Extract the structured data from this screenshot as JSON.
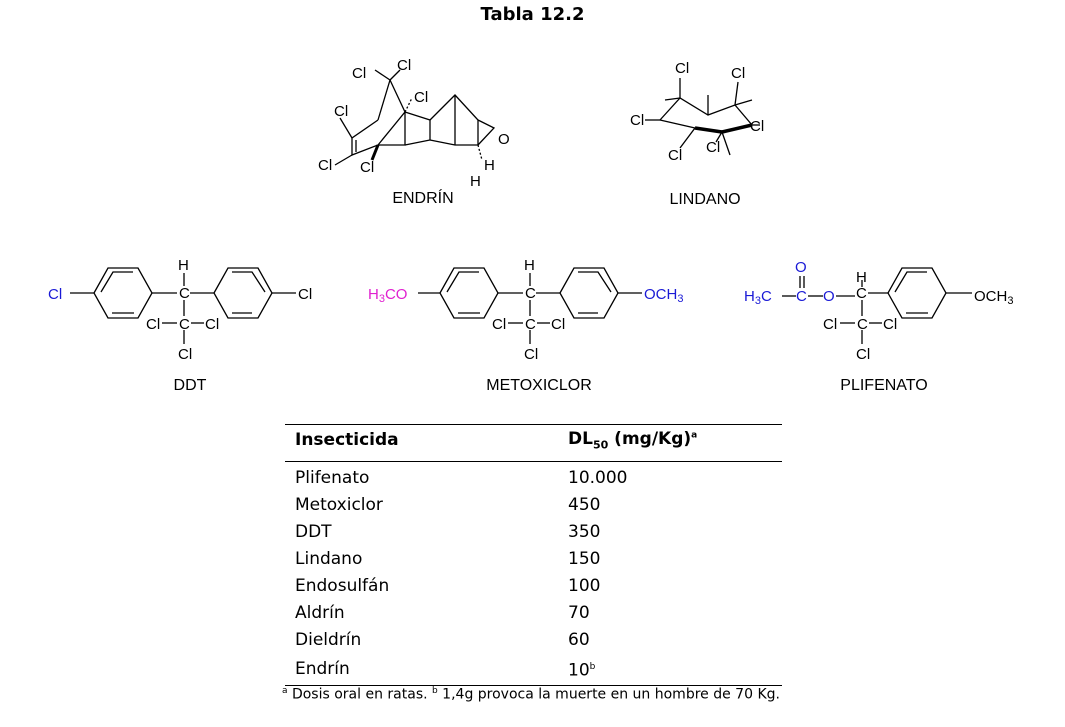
{
  "title": "Tabla 12.2",
  "structures": {
    "endrin": "ENDRÍN",
    "lindano": "LINDANO",
    "ddt": "DDT",
    "metoxiclor": "METOXICLOR",
    "plifenato": "PLIFENATO"
  },
  "table": {
    "header_col1": "Insecticida",
    "header_col2_prefix": "DL",
    "header_col2_sub": "50",
    "header_col2_suffix": " (mg/Kg)",
    "header_col2_sup": "a",
    "rows": [
      {
        "name": "Plifenato",
        "value": "10.000"
      },
      {
        "name": "Metoxiclor",
        "value": "450"
      },
      {
        "name": "DDT",
        "value": "350"
      },
      {
        "name": "Lindano",
        "value": "150"
      },
      {
        "name": "Endosulfán",
        "value": "100"
      },
      {
        "name": "Aldrín",
        "value": "70"
      },
      {
        "name": "Dieldrín",
        "value": "60"
      },
      {
        "name": "Endrín",
        "value": "10",
        "sup": "b"
      }
    ]
  },
  "footnote": {
    "a_mark": "a",
    "a_text": " Dosis oral en ratas. ",
    "b_mark": "b",
    "b_text": " 1,4g provoca la muerte en un hombre de 70 Kg."
  }
}
